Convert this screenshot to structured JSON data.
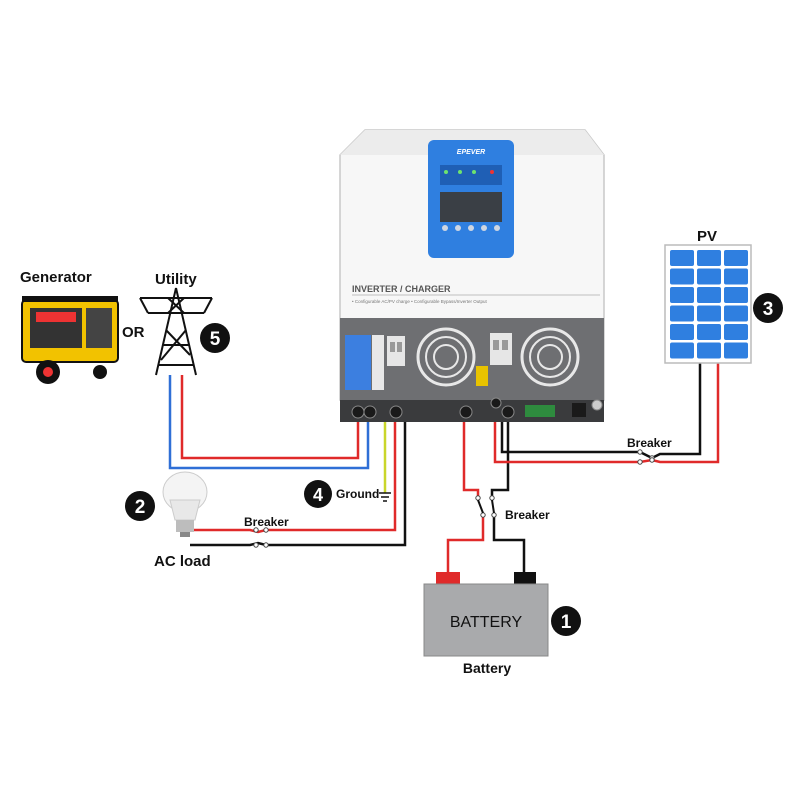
{
  "inverter": {
    "brand": "EPEVER",
    "title": "INVERTER / CHARGER",
    "subtitle": "• Configurable AC/PV charge  • Configurable Bypass/Inverter Output"
  },
  "labels": {
    "generator": "Generator",
    "utility": "Utility",
    "or": "OR",
    "pv": "PV",
    "ac_load": "AC load",
    "ground": "Ground",
    "battery_box": "BATTERY",
    "battery": "Battery",
    "breaker_ac": "Breaker",
    "breaker_pv": "Breaker",
    "breaker_batt": "Breaker"
  },
  "markers": {
    "battery": "1",
    "ac_load": "2",
    "pv": "3",
    "ground": "4",
    "utility": "5"
  },
  "colors": {
    "positive_wire": "#e02a2a",
    "negative_wire": "#111111",
    "ac_neutral_wire": "#2f6fd6",
    "ground_wire": "#c9d62a",
    "panel_blue": "#2f7fe0",
    "battery_gray": "#a9aaac",
    "generator_yellow": "#f2c200"
  }
}
